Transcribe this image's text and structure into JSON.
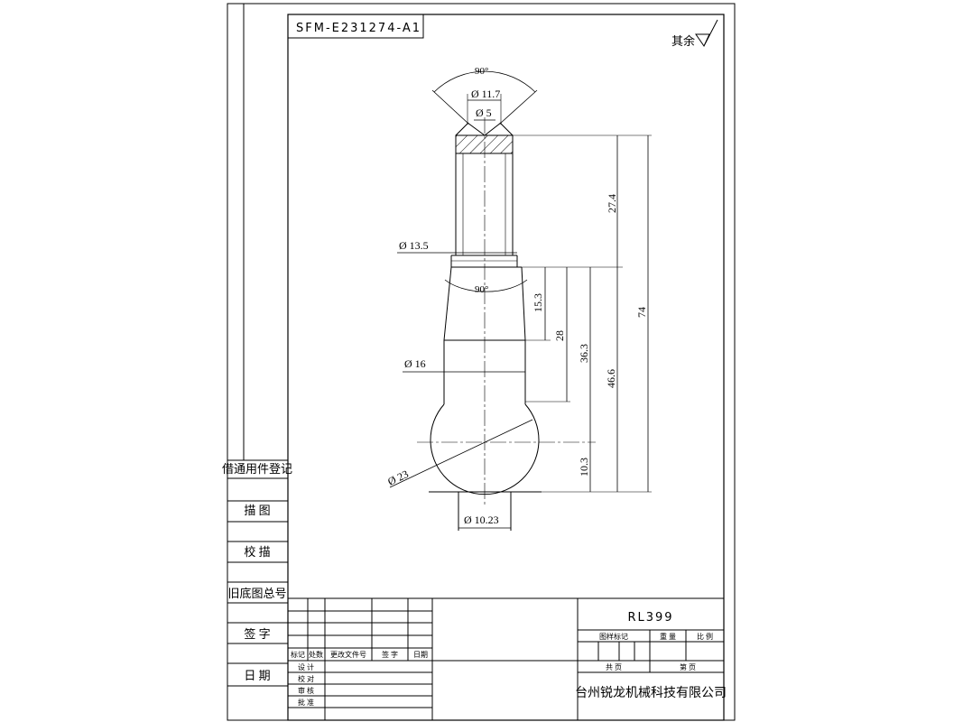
{
  "drawing": {
    "code": "SFM-E231274-A1",
    "surface_note": "其余",
    "dimensions": {
      "angle_top": "90°",
      "dia_11_7": "Ø 11.7",
      "dia_5": "Ø 5",
      "dia_13_5": "Ø 13.5",
      "angle_mid": "90°",
      "dia_16": "Ø 16",
      "dia_23": "Ø 23",
      "dia_10_23": "Ø 10.23",
      "len_27_4": "27.4",
      "len_74": "74",
      "len_15_3": "15.3",
      "len_28": "28",
      "len_36_3": "36.3",
      "len_46_6": "46.6",
      "len_10_3": "10.3"
    }
  },
  "left_strip": {
    "item_register": "借通用件登记",
    "drawing": "描 图",
    "proof": "校 描",
    "old_number": "旧底图总号",
    "signature": "签 字",
    "date": "日 期"
  },
  "title_block": {
    "part_no": "RL399",
    "mark": "图样标记",
    "weight": "重 量",
    "scale": "比 例",
    "total_sheets": "共 页",
    "sheet_no": "第 页",
    "company": "台州锐龙机械科技有限公司",
    "rev_headers": [
      "标记",
      "处数",
      "更改文件号",
      "签 字",
      "日期"
    ],
    "roles": [
      "设 计",
      "校 对",
      "审 核",
      "批 准"
    ]
  }
}
